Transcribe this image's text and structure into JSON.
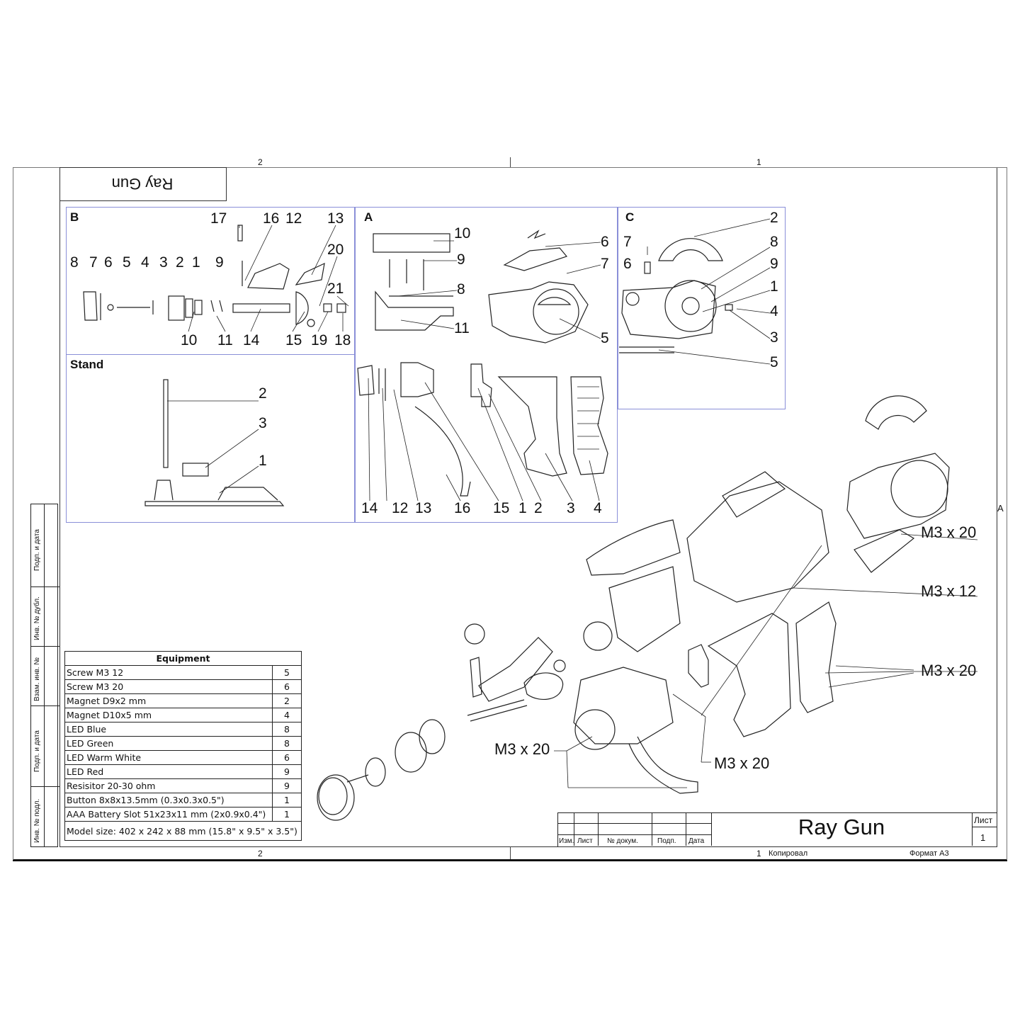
{
  "sheet": {
    "zone_marks": {
      "top_left": "2",
      "top_right": "1",
      "bottom_left": "2",
      "bottom_right": "1",
      "right_edge": "A"
    },
    "mirrored_title": "Ray Gun"
  },
  "panels": {
    "B": {
      "label": "B",
      "callouts": [
        "17",
        "16",
        "12",
        "13",
        "8",
        "7",
        "6",
        "5",
        "4",
        "3",
        "2",
        "1",
        "9",
        "20",
        "21",
        "10",
        "11",
        "14",
        "15",
        "19",
        "18"
      ]
    },
    "A": {
      "label": "A",
      "callouts": [
        "10",
        "9",
        "8",
        "11",
        "6",
        "7",
        "5",
        "14",
        "12",
        "13",
        "16",
        "15",
        "1",
        "2",
        "3",
        "4"
      ]
    },
    "C": {
      "label": "C",
      "callouts": [
        "2",
        "7",
        "8",
        "6",
        "9",
        "1",
        "4",
        "3",
        "5"
      ]
    },
    "Stand": {
      "label": "Stand",
      "callouts": [
        "2",
        "3",
        "1"
      ]
    }
  },
  "assembly_callouts": [
    "M3 x 20",
    "M3 x 12",
    "M3 x 20",
    "M3 x 20",
    "M3 x 20"
  ],
  "equipment": {
    "header": "Equipment",
    "rows": [
      {
        "item": "Screw M3 12",
        "qty": "5"
      },
      {
        "item": "Screw M3 20",
        "qty": "6"
      },
      {
        "item": "Magnet D9x2 mm",
        "qty": "2"
      },
      {
        "item": "Magnet D10x5 mm",
        "qty": "4"
      },
      {
        "item": "LED Blue",
        "qty": "8"
      },
      {
        "item": "LED Green",
        "qty": "8"
      },
      {
        "item": "LED Warm White",
        "qty": "6"
      },
      {
        "item": "LED Red",
        "qty": "9"
      },
      {
        "item": "Resisitor 20-30 ohm",
        "qty": "9"
      },
      {
        "item": "Button 8x8x13.5mm (0.3x0.3x0.5\")",
        "qty": "1"
      },
      {
        "item": "AAA Battery Slot 51x23x11 mm (2x0.9x0.4\")",
        "qty": "1"
      }
    ],
    "model_size": "Model size: 402 x 242 x 88 mm (15.8\" x 9.5\" x 3.5\")"
  },
  "side_stamp": [
    "Подп. и дата",
    "Инв. № дубл.",
    "Взам. инв. №",
    "Подп. и дата",
    "Инв. № подл."
  ],
  "title_block": {
    "columns": [
      "Изм.",
      "Лист",
      "№ докум.",
      "Подп.",
      "Дата"
    ],
    "title": "Ray Gun",
    "sheet_label": "Лист",
    "sheet_no": "1",
    "copied": "Копировал",
    "format": "Формат А3"
  }
}
